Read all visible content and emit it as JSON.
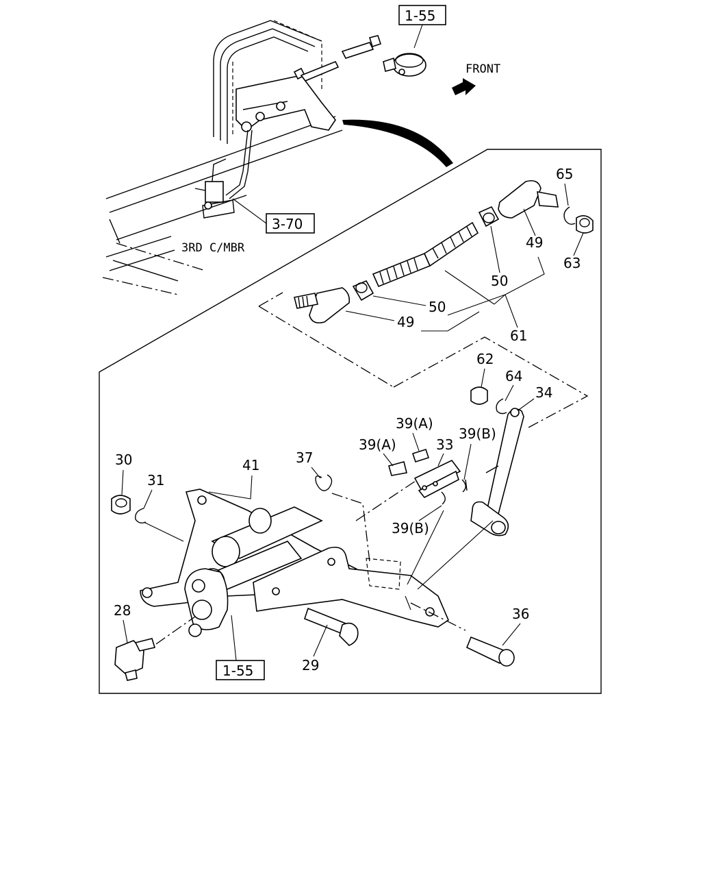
{
  "references": {
    "top_ref": "1-55",
    "cylinder_ref": "3-70",
    "bottom_ref": "1-55"
  },
  "direction_label": "FRONT",
  "frame_label": "3RD C/MBR",
  "callouts": {
    "p65": "65",
    "p49a": "49",
    "p63": "63",
    "p50a": "50",
    "p50b": "50",
    "p49b": "49",
    "p61": "61",
    "p62": "62",
    "p64": "64",
    "p34": "34",
    "p39a1": "39(A)",
    "p39a2": "39(A)",
    "p33": "33",
    "p39b1": "39(B)",
    "p39b2": "39(B)",
    "p37": "37",
    "p30": "30",
    "p31": "31",
    "p41": "41",
    "p28": "28",
    "p29": "29",
    "p36": "36"
  }
}
